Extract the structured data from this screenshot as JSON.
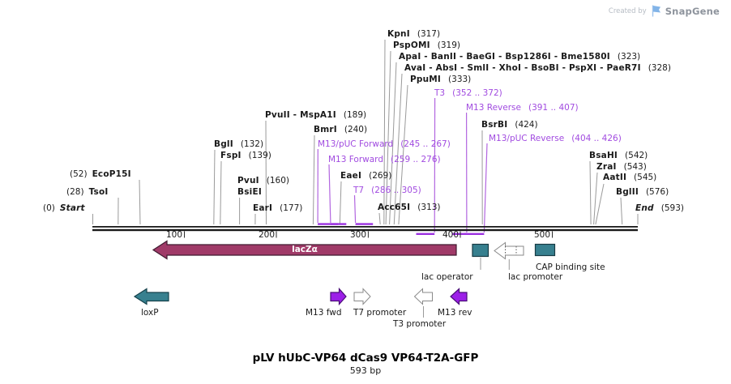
{
  "branding": {
    "created_by": "Created by",
    "brand": "SnapGene"
  },
  "plasmid": {
    "title": "pLV hUbC-VP64 dCas9 VP64-T2A-GFP",
    "length": "593 bp"
  },
  "ruler": {
    "ticks": [
      "100",
      "200",
      "300",
      "400",
      "500"
    ]
  },
  "sites": [
    {
      "name": "KpnI",
      "pos": "(317)"
    },
    {
      "name": "PspOMI",
      "pos": "(319)"
    },
    {
      "name": "ApaI - BanII - BaeGI - Bsp1286I - Bme1580I",
      "pos": "(323)"
    },
    {
      "name": "AvaI - AbsI - SmlI - XhoI - BsoBI - PspXI - PaeR7I",
      "pos": "(328)"
    },
    {
      "name": "PpuMI",
      "pos": "(333)"
    },
    {
      "name": "PvuII - MspA1I",
      "pos": "(189)"
    },
    {
      "name": "BmrI",
      "pos": "(240)"
    },
    {
      "name": "BsrBI",
      "pos": "(424)"
    },
    {
      "name": "BglI",
      "pos": "(132)"
    },
    {
      "name": "FspI",
      "pos": "(139)"
    },
    {
      "name": "BsaHI",
      "pos": "(542)"
    },
    {
      "name": "ZraI",
      "pos": "(543)"
    },
    {
      "name": "EcoP15I",
      "pos": "(52)"
    },
    {
      "name": "EaeI",
      "pos": "(269)"
    },
    {
      "name": "AatII",
      "pos": "(545)"
    },
    {
      "name": "PvuI",
      "pos": "(160)"
    },
    {
      "name": "BsiEI",
      "pos": ""
    },
    {
      "name": "TsoI",
      "pos": "(28)"
    },
    {
      "name": "BglII",
      "pos": "(576)"
    },
    {
      "name": "Acc65I",
      "pos": "(313)"
    },
    {
      "name": "EarI",
      "pos": "(177)"
    },
    {
      "name": "Start",
      "pos": "(0)"
    },
    {
      "name": "End",
      "pos": "(593)"
    }
  ],
  "primers": [
    {
      "name": "T3",
      "range": "(352 .. 372)"
    },
    {
      "name": "M13 Reverse",
      "range": "(391 .. 407)"
    },
    {
      "name": "M13/pUC Forward",
      "range": "(245 .. 267)"
    },
    {
      "name": "M13 Forward",
      "range": "(259 .. 276)"
    },
    {
      "name": "T7",
      "range": "(286 .. 305)"
    },
    {
      "name": "M13/pUC Reverse",
      "range": "(404 .. 426)"
    }
  ],
  "features": {
    "laczalpha": {
      "label": "lacZα"
    },
    "lac_operator": {
      "label": "lac operator"
    },
    "lac_promoter": {
      "label": "lac promoter"
    },
    "cap_binding_site": {
      "label": "CAP binding site"
    },
    "loxp": {
      "label": "loxP"
    },
    "m13_fwd": {
      "label": "M13 fwd"
    },
    "t7_promoter": {
      "label": "T7 promoter"
    },
    "t3_promoter": {
      "label": "T3 promoter"
    },
    "m13_rev": {
      "label": "M13 rev"
    }
  },
  "colors": {
    "feature_magenta": "#a03a68",
    "feature_teal": "#37808f",
    "primer_purple": "#9b30e0",
    "primer_text": "#a14be0"
  }
}
